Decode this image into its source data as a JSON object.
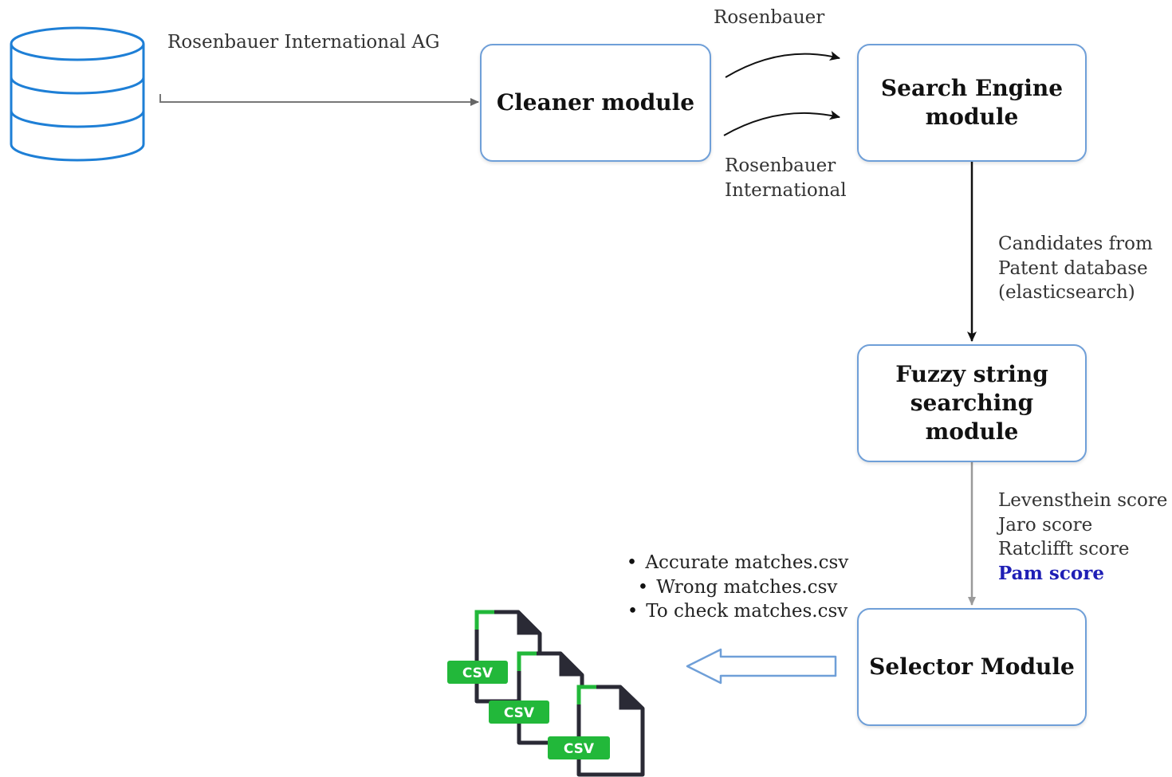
{
  "nodes": {
    "cleaner": "Cleaner module",
    "search_engine": "Search Engine\nmodule",
    "fuzzy": "Fuzzy string\nsearching\nmodule",
    "selector": "Selector Module"
  },
  "edge_labels": {
    "input": "Rosenbauer International AG",
    "variant_top": "Rosenbauer",
    "variant_bottom": "Rosenbauer\nInternational",
    "candidates": "Candidates from\nPatent database\n(elasticsearch)"
  },
  "scores": [
    "Levensthein score",
    "Jaro score",
    "Ratclifft score"
  ],
  "highlight_score": "Pam score",
  "outputs": [
    "Accurate matches.csv",
    "Wrong matches.csv",
    "To check matches.csv"
  ],
  "csv_label": "CSV",
  "colors": {
    "box_border": "#6f9fd8",
    "database_stroke": "#1e7fd6",
    "csv_green": "#22b83a",
    "highlight": "#1f1fb5"
  },
  "icons": [
    "database-icon",
    "csv-file-icon"
  ]
}
